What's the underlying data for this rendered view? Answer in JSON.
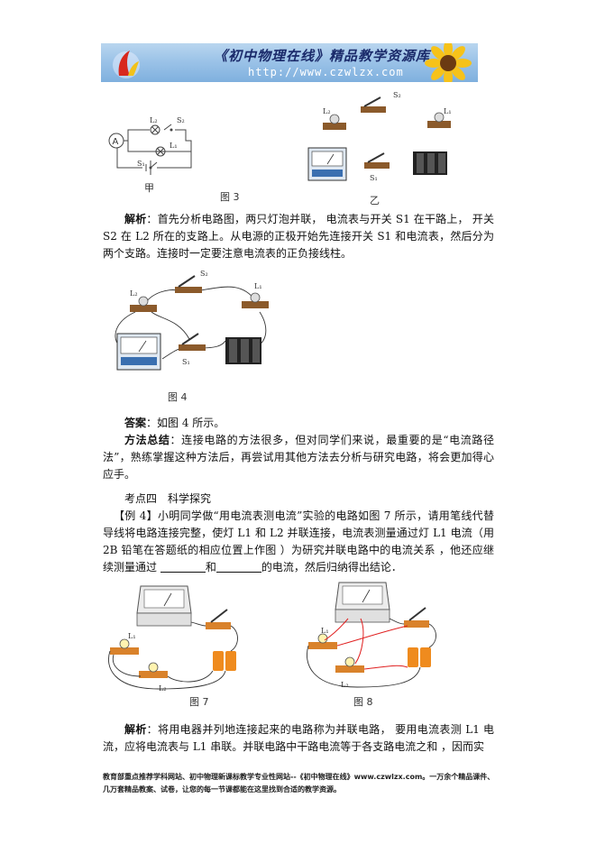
{
  "banner": {
    "title": "《初中物理在线》精品教学资源库",
    "url": "http://www.czwlzx.com"
  },
  "figure3": {
    "jia_caption": "甲",
    "caption": "图 3",
    "yi_caption": "乙",
    "labels": {
      "L2": "L₂",
      "S2": "S₂",
      "L1": "L₁",
      "S1": "S₁",
      "A": "A"
    }
  },
  "analysis1": {
    "label": "解析",
    "text": "：首先分析电路图，两只灯泡并联， 电流表与开关 S1 在干路上， 开关 S2 在 L2 所在的支路上。从电源的正极开始先连接开关 S1 和电流表，然后分为两个支路。连接时一定要注意电流表的正负接线柱。"
  },
  "figure4": {
    "caption": "图 4",
    "labels": {
      "L2": "L₂",
      "S2": "S₂",
      "L1": "L₁",
      "S1": "S₁"
    }
  },
  "answer": {
    "label": "答案",
    "text": "：如图 4 所示。"
  },
  "summary": {
    "label": "方法总结",
    "text": "：连接电路的方法很多，但对同学们来说，最重要的是“电流路径法”，熟练掌握这种方法后，再尝试用其他方法去分析与研究电路，将会更加得心应手。"
  },
  "section": {
    "title": "考点四　科学探究"
  },
  "example4": {
    "part1": "【例 4】小明同学做“用电流表测电流”实验的电路如图 7 所示，请用笔线代替导线将电路连接完整，使灯 L1 和 L2 并联连接，电流表测量通过灯 L1 电流（用 2B 铅笔在答题纸的相应位置上作图 ）为研究并联电路中的电流关系 ，他还应继续测量通过 ",
    "part2": "和",
    "part3": "的电流，然后归纳得出结论．"
  },
  "figure7": {
    "caption": "图 7",
    "labels": {
      "L1": "L₁",
      "L2": "L₂"
    }
  },
  "figure8": {
    "caption": "图 8",
    "labels": {
      "L1": "L₁",
      "L2": "L₂"
    }
  },
  "analysis2": {
    "label": "解析",
    "text": "：将用电器并列地连接起来的电路称为并联电路， 要用电流表测 L1 电流，应将电流表与 L1 串联。并联电路中干路电流等于各支路电流之和 ，因而实"
  },
  "footer": {
    "text": "教育部重点推荐学科网站、初中物理新课标教学专业性网站--《初中物理在线》www.czwlzx.com。一万余个精品课件、几万套精品教案、试卷，让您的每一节课都能在这里找到合适的教学资源。"
  }
}
